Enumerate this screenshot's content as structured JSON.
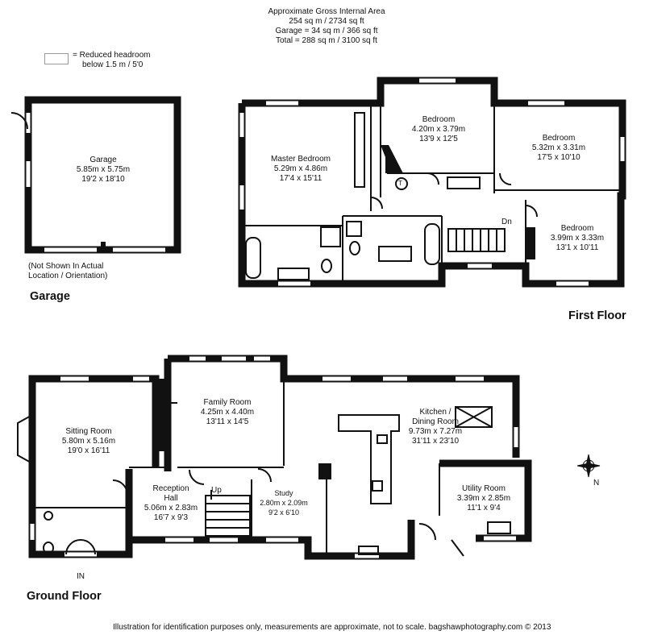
{
  "header": {
    "line1": "Approximate Gross Internal Area",
    "line2": "254 sq m / 2734 sq ft",
    "line3": "Garage = 34 sq m / 366 sq ft",
    "line4": "Total = 288 sq m / 3100 sq ft"
  },
  "legend": {
    "symbol": "=",
    "line1": "Reduced headroom",
    "line2": "below 1.5 m / 5'0"
  },
  "garage": {
    "name": "Garage",
    "metric": "5.85m x 5.75m",
    "imperial": "19'2 x 18'10",
    "note1": "(Not Shown In Actual",
    "note2": "Location / Orientation)",
    "section_title": "Garage"
  },
  "first_floor": {
    "title": "First Floor",
    "master": {
      "name": "Master Bedroom",
      "metric": "5.29m x 4.86m",
      "imperial": "17'4 x 15'11"
    },
    "bed2": {
      "name": "Bedroom",
      "metric": "4.20m x 3.79m",
      "imperial": "13'9 x 12'5"
    },
    "bed3": {
      "name": "Bedroom",
      "metric": "5.32m x 3.31m",
      "imperial": "17'5 x 10'10"
    },
    "bed4": {
      "name": "Bedroom",
      "metric": "3.99m x 3.33m",
      "imperial": "13'1 x 10'11"
    },
    "dn": "Dn",
    "tank": "T"
  },
  "ground_floor": {
    "title": "Ground Floor",
    "sitting": {
      "name": "Sitting Room",
      "metric": "5.80m x 5.16m",
      "imperial": "19'0 x 16'11"
    },
    "family": {
      "name": "Family Room",
      "metric": "4.25m x 4.40m",
      "imperial": "13'11 x 14'5"
    },
    "kitchen": {
      "name1": "Kitchen /",
      "name2": "Dining Room",
      "metric": "9.73m x 7.27m",
      "imperial": "31'11 x 23'10"
    },
    "reception": {
      "name1": "Reception",
      "name2": "Hall",
      "metric": "5.06m x 2.83m",
      "imperial": "16'7 x 9'3"
    },
    "study": {
      "name": "Study",
      "metric": "2.80m x 2.09m",
      "imperial": "9'2 x 6'10"
    },
    "utility": {
      "name": "Utility Room",
      "metric": "3.39m x 2.85m",
      "imperial": "11'1 x 9'4"
    },
    "up": "Up",
    "entrance": "IN"
  },
  "compass": {
    "label": "N"
  },
  "footer": {
    "disclaimer": "Illustration for identification purposes only, measurements are approximate, not to scale. bagshawphotography.com © 2013"
  },
  "colors": {
    "wall": "#111111",
    "window": "#ffffff",
    "ink": "#111111"
  }
}
